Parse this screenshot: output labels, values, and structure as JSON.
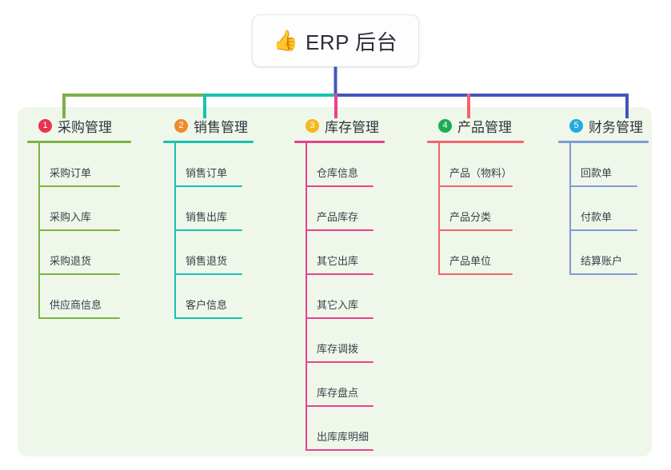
{
  "diagram": {
    "type": "mindmap",
    "root": {
      "icon": "thumbs-up-emoji",
      "icon_glyph": "👍",
      "title": "ERP 后台"
    },
    "panel_color": "#eef7e9",
    "stem_color": "#4356bd",
    "branches": [
      {
        "number": "1",
        "title": "采购管理",
        "badge_color": "#e8344e",
        "line_color": "#7cb342",
        "items": [
          "采购订单",
          "采购入库",
          "采购退货",
          "供应商信息"
        ]
      },
      {
        "number": "2",
        "title": "销售管理",
        "badge_color": "#f28a27",
        "line_color": "#18c2ae",
        "items": [
          "销售订单",
          "销售出库",
          "销售退货",
          "客户信息"
        ]
      },
      {
        "number": "3",
        "title": "库存管理",
        "badge_color": "#f5b81c",
        "line_color": "#e8418f",
        "items": [
          "仓库信息",
          "产品库存",
          "其它出库",
          "其它入库",
          "库存调拨",
          "库存盘点",
          "出库库明细"
        ]
      },
      {
        "number": "4",
        "title": "产品管理",
        "badge_color": "#1cac53",
        "line_color": "#f4636b",
        "items": [
          "产品（物料）",
          "产品分类",
          "产品单位"
        ]
      },
      {
        "number": "5",
        "title": "财务管理",
        "badge_color": "#26a9e0",
        "line_color": "#7e9ad8",
        "items": [
          "回款单",
          "付款单",
          "结算账户"
        ]
      }
    ]
  }
}
